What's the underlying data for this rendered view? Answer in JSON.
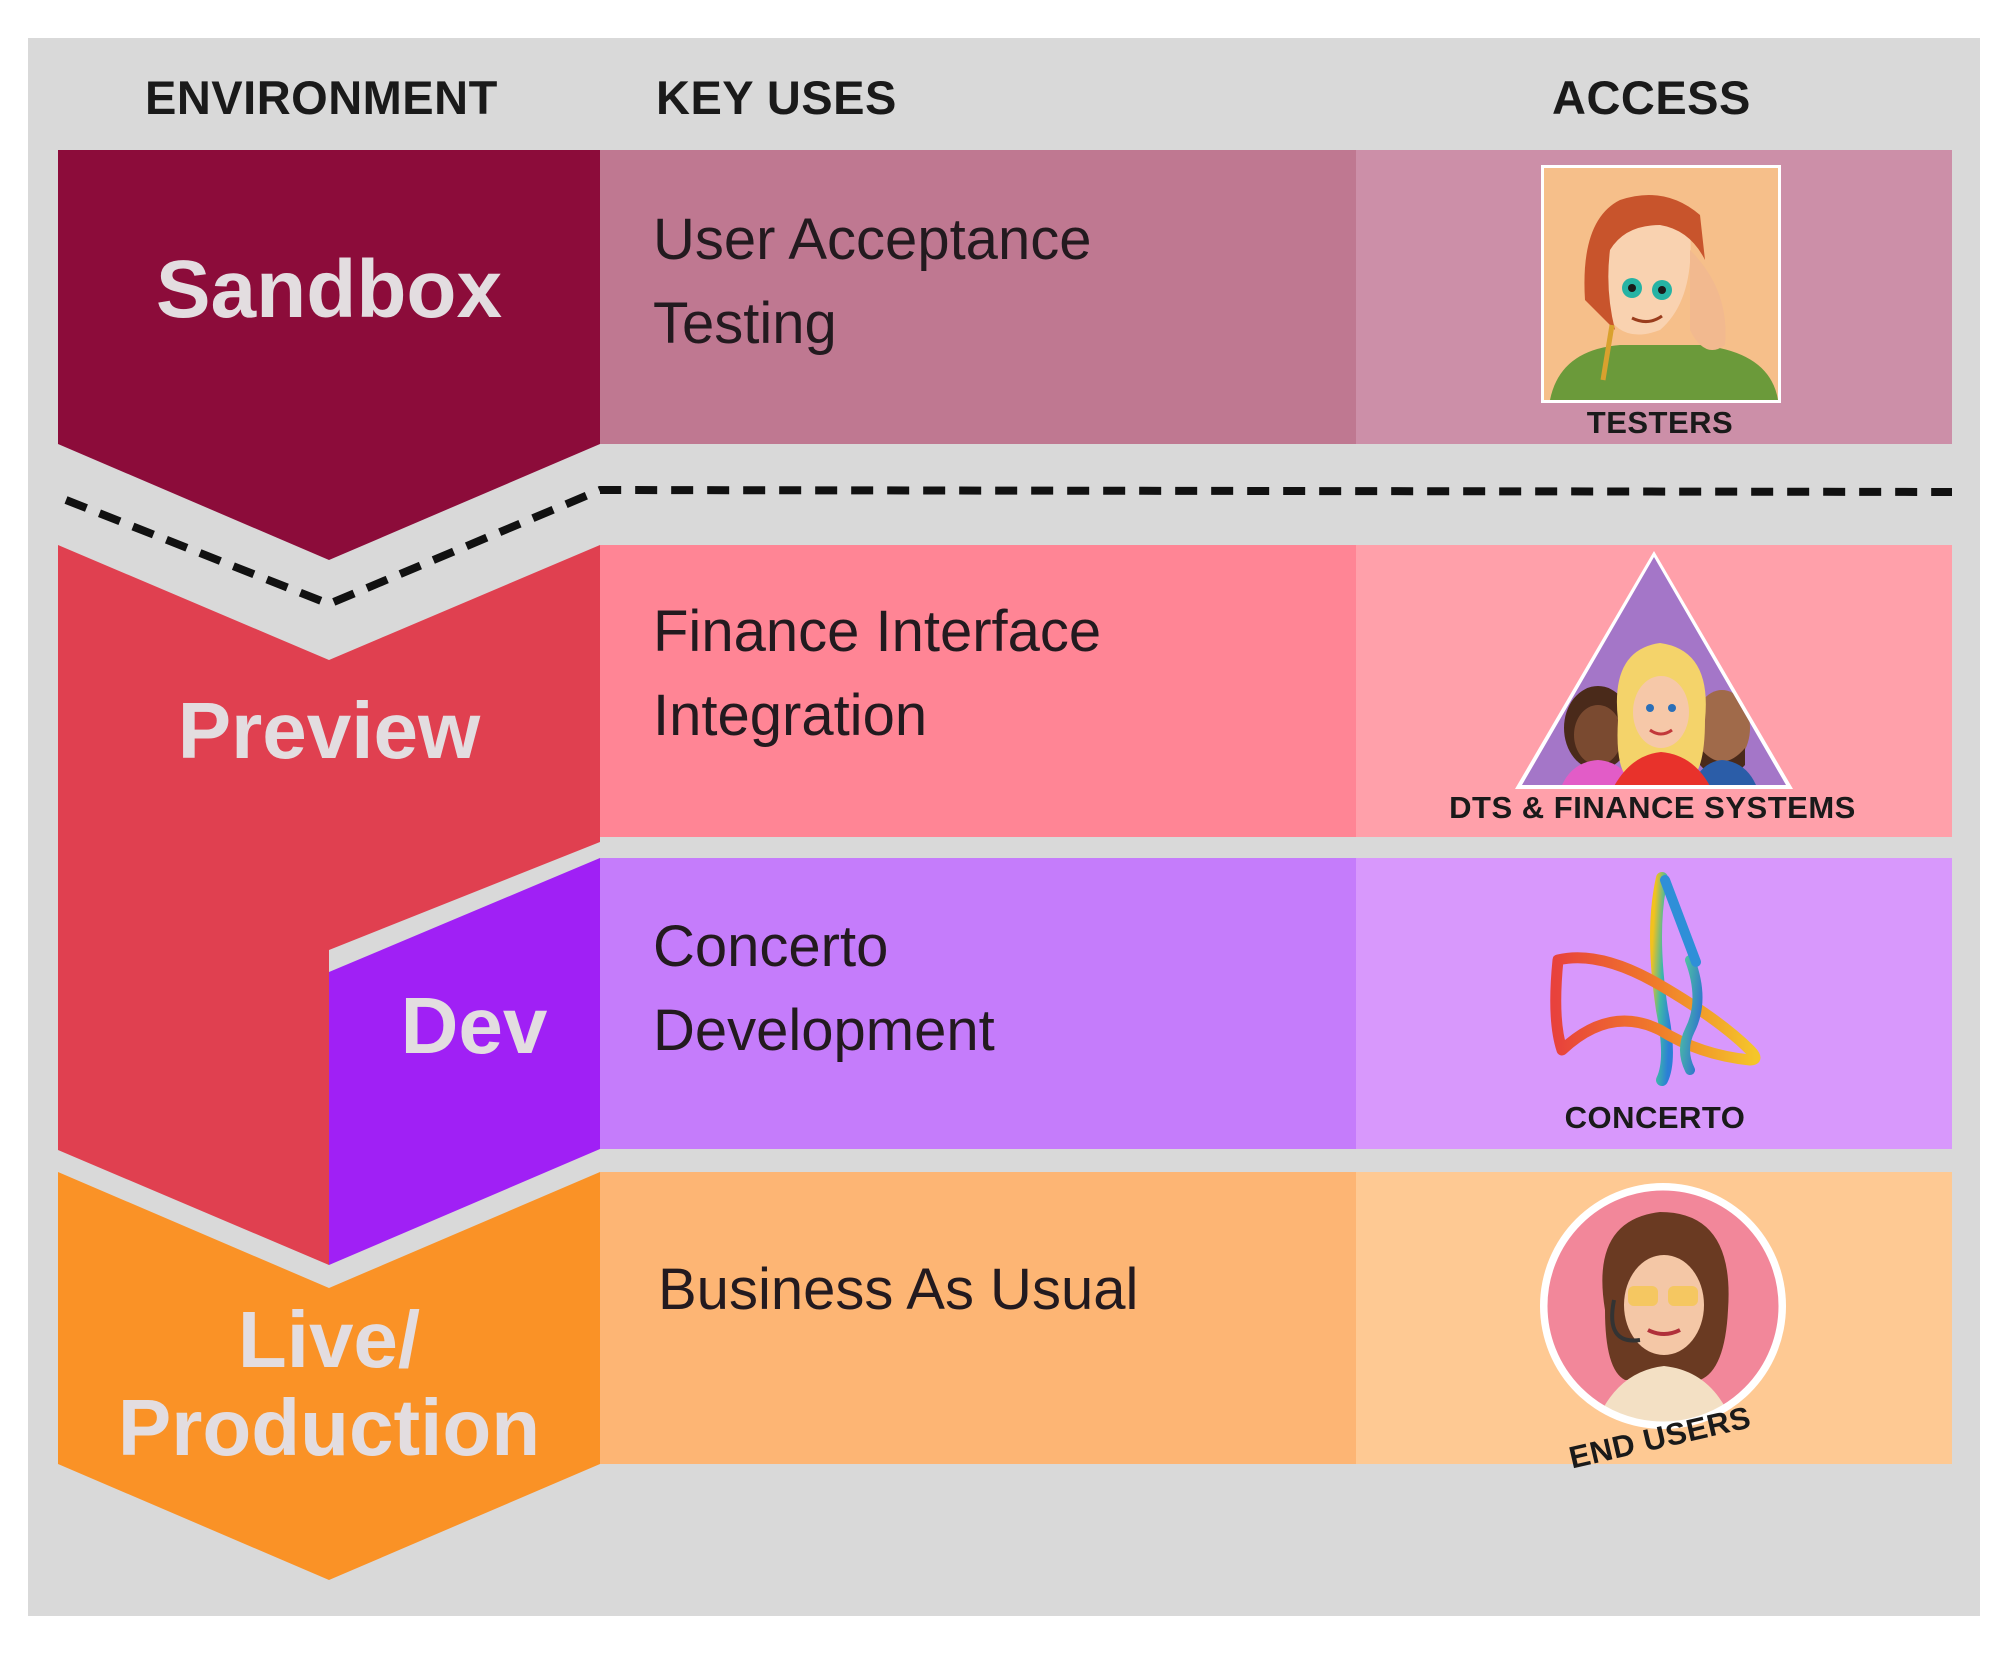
{
  "headers": {
    "environment": "ENVIRONMENT",
    "key_uses": "KEY USES",
    "access": "ACCESS"
  },
  "rows": [
    {
      "environment": "Sandbox",
      "key_use_line1": "User Acceptance",
      "key_use_line2": "Testing",
      "access": "TESTERS",
      "colors": {
        "env": "#8c0c3a",
        "uses": "#bf7891",
        "access": "#cc8fa8"
      }
    },
    {
      "environment": "Preview",
      "key_use_line1": "Finance Interface",
      "key_use_line2": "Integration",
      "access": "DTS & FINANCE SYSTEMS",
      "colors": {
        "env": "#e04050",
        "uses": "#ff8595",
        "access": "#ffa0aa"
      }
    },
    {
      "environment": "Dev",
      "key_use_line1": "Concerto",
      "key_use_line2": "Development",
      "access": "CONCERTO",
      "colors": {
        "env": "#a020f5",
        "uses": "#c57cfb",
        "access": "#d898fc"
      }
    },
    {
      "environment_line1": "Live/",
      "environment_line2": "Production",
      "key_use_line1": "Business As Usual",
      "access": "END USERS",
      "colors": {
        "env": "#fa9226",
        "uses": "#fdb574",
        "access": "#fec993"
      }
    }
  ],
  "icons": {
    "testers": "tester-portrait-icon",
    "dts_finance": "team-triangle-icon",
    "concerto": "concerto-logo-icon",
    "end_users": "end-user-headset-icon"
  },
  "background": "#d9d9d9"
}
